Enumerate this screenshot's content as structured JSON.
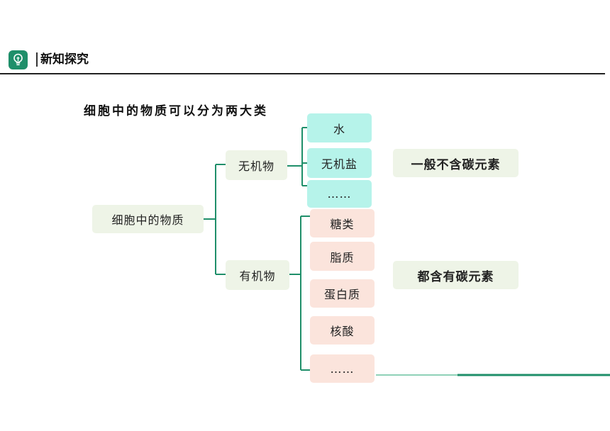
{
  "header": {
    "title": "新知探究",
    "icon": "lightbulb-icon",
    "accent": "#1f8f6a"
  },
  "intro": "细胞中的物质可以分为两大类",
  "root": "细胞中的物质",
  "inorganic": {
    "label": "无机物",
    "items": [
      "水",
      "无机盐",
      "……"
    ],
    "note": "一般不含碳元素"
  },
  "organic": {
    "label": "有机物",
    "items": [
      "糖类",
      "脂质",
      "蛋白质",
      "核酸",
      "……"
    ],
    "note": "都含有碳元素"
  },
  "colors": {
    "connector": "#1f8f6a",
    "label_bg": "#eef4e7",
    "inorganic_bg": "#b6f3ea",
    "organic_bg": "#fbe4dc"
  }
}
